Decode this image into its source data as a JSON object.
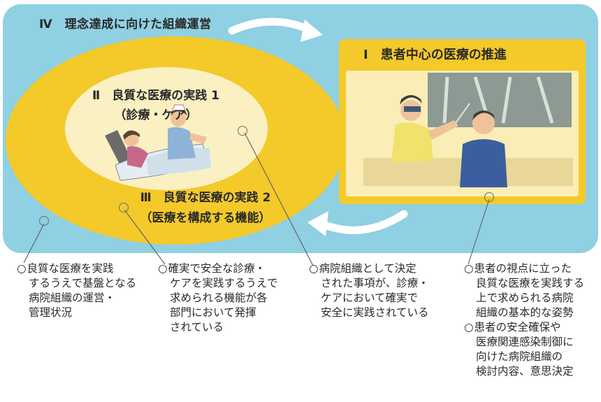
{
  "diagram": {
    "outer_label": "Ⅳ　理念達成に向けた組織運営",
    "section_i": {
      "title": "Ⅰ　患者中心の医療の推進"
    },
    "section_ii": {
      "line1": "Ⅱ　良質な医療の実践 1",
      "line2": "（診療・ケア）"
    },
    "section_iii": {
      "line1": "Ⅲ　良質な医療の実践 2",
      "line2": "（医療を構成する機能）"
    }
  },
  "descriptions": [
    {
      "bullet": "○",
      "lines": [
        "良質な医療を実践",
        "するうえで基盤となる",
        "病院組織の運営・",
        "管理状況"
      ]
    },
    {
      "bullet": "○",
      "lines": [
        "確実で安全な診療・",
        "ケアを実践するうえで",
        "求められる機能が各",
        "部門において発揮",
        "されている"
      ]
    },
    {
      "bullet": "○",
      "lines": [
        "病院組織として決定",
        "された事項が、診療・",
        "ケアにおいて確実で",
        "安全に実践されている"
      ]
    },
    {
      "bullet": "○",
      "lines": [
        "患者の視点に立った",
        "良質な医療を実践する",
        "上で求められる病院",
        "組織の基本的な姿勢"
      ]
    },
    {
      "bullet": "○",
      "lines": [
        "患者の安全確保や",
        "医療関連感染制御に",
        "向けた病院組織の",
        "検討内容、意思決定"
      ]
    }
  ],
  "colors": {
    "panel": "#8fd0e2",
    "yellow": "#f4c92a",
    "cream": "#fbf0c2",
    "arrow": "#ffffff"
  },
  "icons": [
    "arrow-right-icon",
    "arrow-left-icon"
  ]
}
